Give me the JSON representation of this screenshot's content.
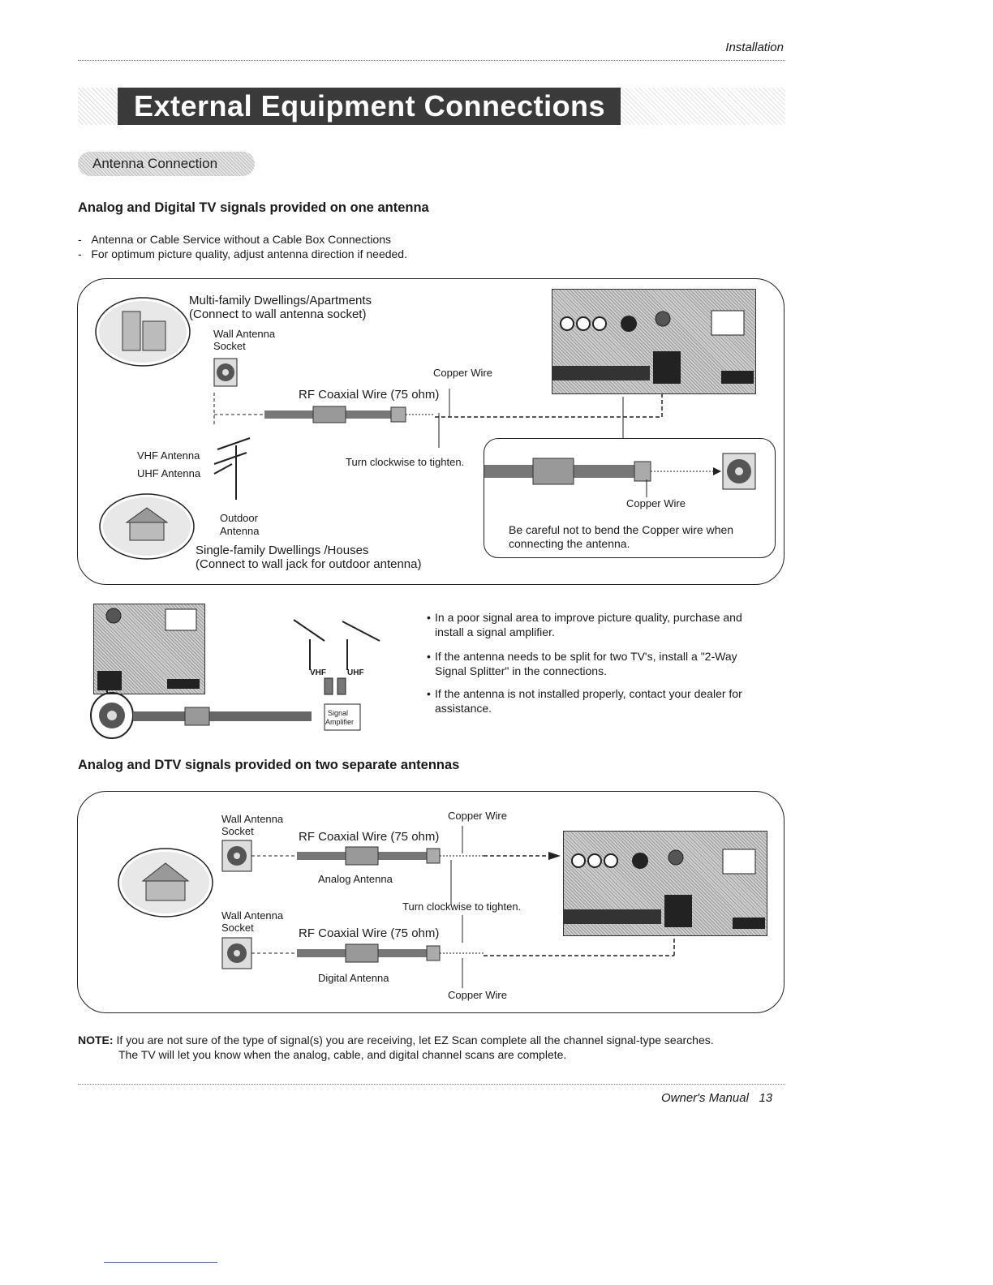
{
  "header": {
    "section": "Installation"
  },
  "banner": {
    "title": "External Equipment Connections"
  },
  "subsection": {
    "title": "Antenna Connection"
  },
  "part1": {
    "heading": "Analog and Digital TV signals provided on one antenna",
    "bullets": [
      "Antenna or Cable Service without a Cable Box Connections",
      "For optimum picture quality, adjust antenna direction if needed."
    ],
    "diagram": {
      "multi_family": "Multi-family Dwellings/Apartments",
      "multi_family_sub": "(Connect to wall antenna socket)",
      "wall_socket_1": "Wall Antenna",
      "wall_socket_2": "Socket",
      "copper_wire": "Copper Wire",
      "rf_coax": "RF Coaxial Wire (75 ohm)",
      "vhf": "VHF Antenna",
      "uhf": "UHF Antenna",
      "turn": "Turn clockwise to tighten.",
      "outdoor_1": "Outdoor",
      "outdoor_2": "Antenna",
      "single_family": "Single-family Dwellings /Houses",
      "single_family_sub": "(Connect to wall jack for outdoor antenna)",
      "inner_copper": "Copper  Wire",
      "caution_1": "Be careful not to bend the Copper  wire when",
      "caution_2": "connecting the antenna."
    }
  },
  "amp_section": {
    "vhf": "VHF",
    "uhf": "UHF",
    "amp_1": "Signal",
    "amp_2": "Amplifier",
    "bullets": [
      "In a poor signal area to improve picture quality, purchase and install a signal amplifier.",
      "If the antenna needs to be split for two TV's, install a \"2-Way Signal Splitter\" in the connections.",
      "If the antenna is not installed properly, contact your dealer for assistance."
    ]
  },
  "part2": {
    "heading": "Analog and DTV signals provided on two separate antennas",
    "diagram": {
      "wall_socket_1": "Wall Antenna",
      "wall_socket_2": "Socket",
      "copper_wire_top": "Copper Wire",
      "rf_coax_top": "RF Coaxial Wire (75 ohm)",
      "analog_antenna": "Analog Antenna",
      "turn": "Turn clockwise to tighten.",
      "wall_socket_b1": "Wall Antenna",
      "wall_socket_b2": "Socket",
      "rf_coax_bottom": "RF Coaxial Wire (75 ohm)",
      "digital_antenna": "Digital Antenna",
      "copper_wire_bottom": "Copper Wire"
    }
  },
  "note": {
    "label": "NOTE:",
    "line1": "If you are not sure of the type of signal(s) you are receiving, let EZ Scan complete all the channel signal-type searches.",
    "line2": "The TV will let you know when the analog, cable, and digital channel scans are complete."
  },
  "footer": {
    "manual": "Owner's Manual",
    "page": "13"
  }
}
